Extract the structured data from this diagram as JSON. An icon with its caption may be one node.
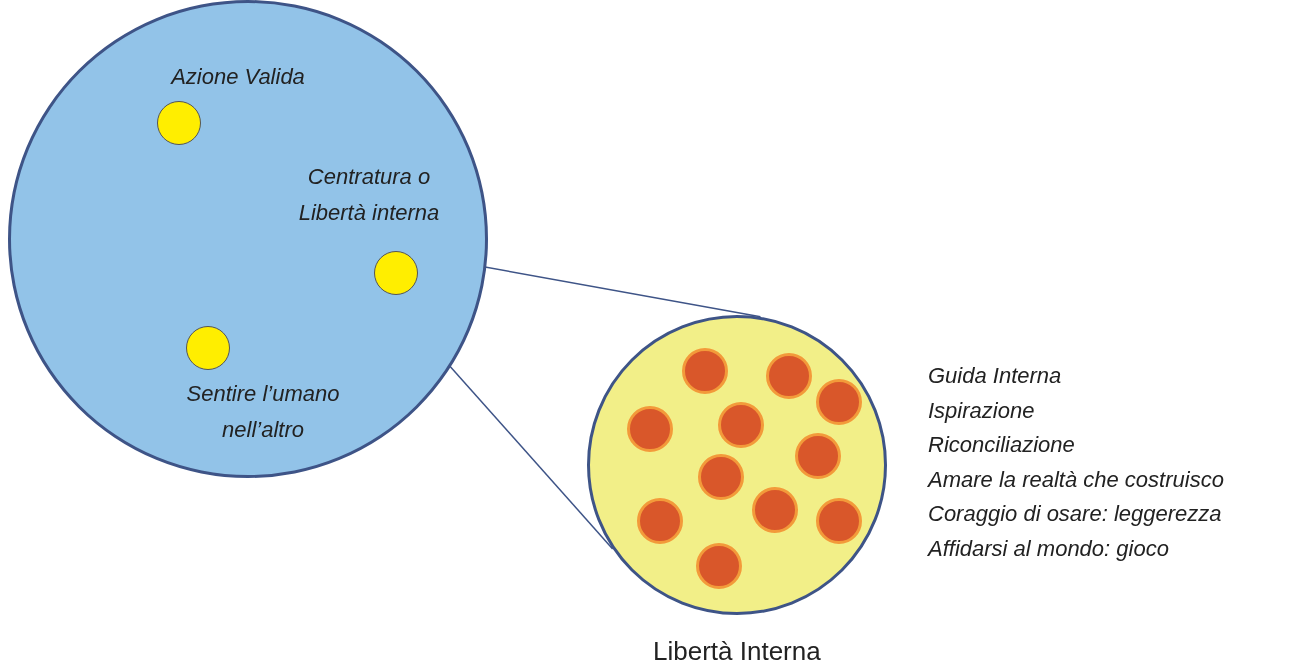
{
  "diagram": {
    "nodes": [
      {
        "text": [],
        "shape": "circle"
      },
      {
        "text": [
          "Azione Valida"
        ],
        "in": 0
      },
      {
        "text": [
          "Centratura o Libertà interna"
        ],
        "in": 0
      },
      {
        "text": [
          "Sentire l’umano nell’altro"
        ],
        "in": 0
      },
      {
        "text": [],
        "shape": "circle",
        "beside": [
          "Libertà Interna"
        ]
      },
      {
        "text": [],
        "shape": "circle",
        "in": 4
      },
      {
        "text": [],
        "shape": "circle",
        "in": 4
      },
      {
        "text": [],
        "shape": "circle",
        "in": 4
      },
      {
        "text": [],
        "shape": "circle",
        "in": 4
      },
      {
        "text": [],
        "shape": "circle",
        "in": 4
      },
      {
        "text": [],
        "shape": "circle",
        "in": 4
      },
      {
        "text": [],
        "shape": "circle",
        "in": 4
      },
      {
        "text": [],
        "shape": "circle",
        "in": 4
      },
      {
        "text": [],
        "shape": "circle",
        "in": 4
      },
      {
        "text": [],
        "shape": "circle",
        "in": 4
      },
      {
        "text": [],
        "shape": "circle",
        "in": 4
      }
    ],
    "edges": [
      {
        "from": 2,
        "to": 4,
        "arrow": "none"
      },
      {
        "from": 2,
        "to": 4,
        "arrow": "none"
      }
    ],
    "labels": [
      "Guida Interna",
      "Ispirazione",
      "Riconciliazione",
      "Amare la realtà che costruisco",
      "Coraggio di osare: leggerezza",
      "Affidarsi al mondo: gioco"
    ]
  }
}
